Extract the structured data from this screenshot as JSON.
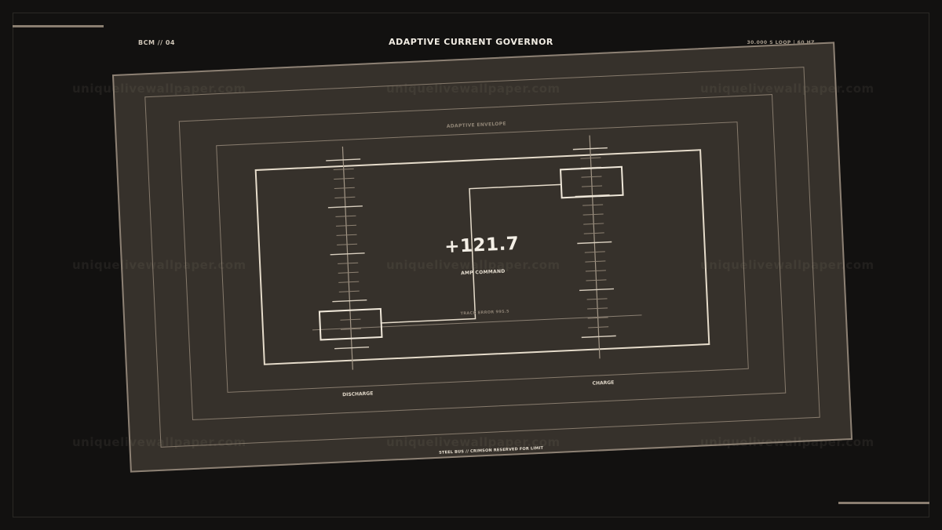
{
  "header": {
    "left": "BCM // 04",
    "title": "ADAPTIVE CURRENT GOVERNOR",
    "right": "30.000 S LOOP | 60 HZ"
  },
  "panel": {
    "envelope_label": "ADAPTIVE ENVELOPE",
    "amp_value": "+121.7",
    "amp_label": "AMP COMMAND",
    "track_error": "TRACK ERROR 995.5",
    "discharge_label": "DISCHARGE",
    "charge_label": "CHARGE",
    "bus_label": "STEEL BUS // CRIMSON RESERVED FOR LIMIT"
  },
  "watermark": "uniquelivewallpaper.com",
  "colors": {
    "background": "#121110",
    "panel": "#36312b",
    "stroke": "#8d8174",
    "highlight": "#e6dccb"
  }
}
